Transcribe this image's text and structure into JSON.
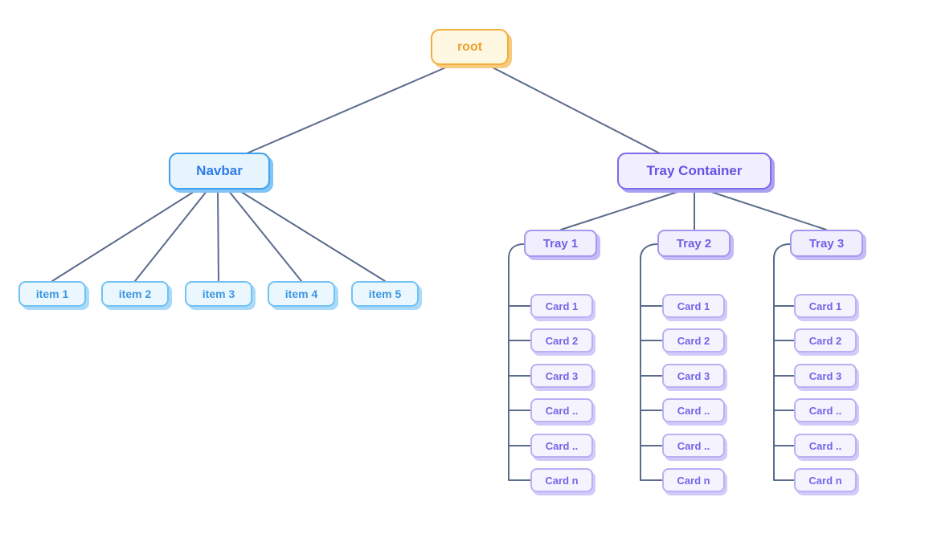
{
  "palette": {
    "canvas-bg": "#FFFFFF",
    "edge": "#5B6B8C",
    "root-bg": "#FEF7E1",
    "root-border": "#F2AE3C",
    "root-text": "#EFA02F",
    "root-shadow": "#F6CA7F",
    "navbar-bg": "#E6F4FE",
    "navbar-border": "#3DA1F0",
    "navbar-text": "#2E7BE8",
    "navbar-shadow": "#82C4F4",
    "item-bg": "#EAF7FE",
    "item-border": "#72C1F5",
    "item-text": "#3E97E2",
    "item-shadow": "#A9DBF9",
    "tc-bg": "#F1EFFD",
    "tc-border": "#7B6AEC",
    "tc-text": "#6453E2",
    "tc-shadow": "#ABA1F3",
    "tray-bg": "#F1EFFD",
    "tray-border": "#A598F0",
    "tray-text": "#6F60E6",
    "tray-shadow": "#C4BBF7",
    "card-bg": "#F4F3FE",
    "card-border": "#BAB0F3",
    "card-text": "#7366E7",
    "card-shadow": "#D2CBF9"
  },
  "diagram": {
    "root": {
      "label": "root"
    },
    "navbar": {
      "label": "Navbar",
      "items": [
        "item 1",
        "item 2",
        "item 3",
        "item 4",
        "item 5"
      ]
    },
    "tray_container": {
      "label": "Tray Container",
      "trays": [
        {
          "label": "Tray 1",
          "cards": [
            "Card 1",
            "Card 2",
            "Card 3",
            "Card ..",
            "Card ..",
            "Card n"
          ]
        },
        {
          "label": "Tray 2",
          "cards": [
            "Card 1",
            "Card 2",
            "Card 3",
            "Card ..",
            "Card ..",
            "Card n"
          ]
        },
        {
          "label": "Tray 3",
          "cards": [
            "Card 1",
            "Card 2",
            "Card 3",
            "Card ..",
            "Card ..",
            "Card n"
          ]
        }
      ]
    }
  }
}
